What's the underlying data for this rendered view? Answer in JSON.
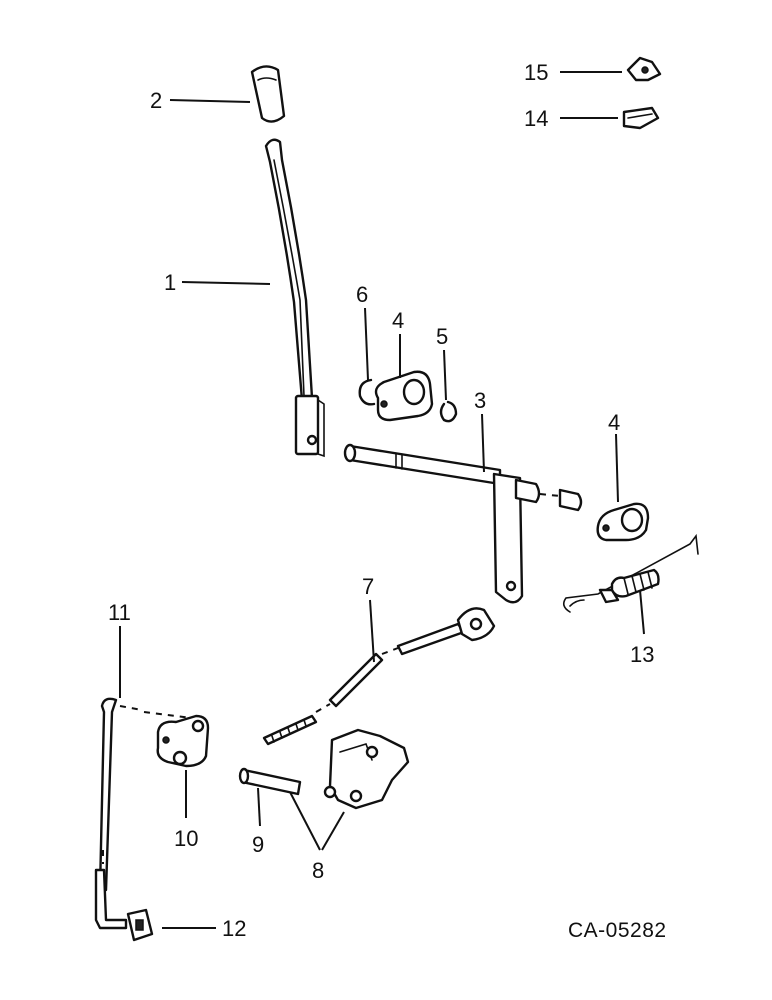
{
  "diagram": {
    "drawing_code": "CA-05282",
    "callouts": [
      {
        "id": "1",
        "text": "1"
      },
      {
        "id": "2",
        "text": "2"
      },
      {
        "id": "3",
        "text": "3"
      },
      {
        "id": "4a",
        "text": "4"
      },
      {
        "id": "4b",
        "text": "4"
      },
      {
        "id": "5",
        "text": "5"
      },
      {
        "id": "6",
        "text": "6"
      },
      {
        "id": "7",
        "text": "7"
      },
      {
        "id": "8",
        "text": "8"
      },
      {
        "id": "9",
        "text": "9"
      },
      {
        "id": "10",
        "text": "10"
      },
      {
        "id": "11",
        "text": "11"
      },
      {
        "id": "12",
        "text": "12"
      },
      {
        "id": "13",
        "text": "13"
      },
      {
        "id": "14",
        "text": "14"
      },
      {
        "id": "15",
        "text": "15"
      }
    ]
  }
}
